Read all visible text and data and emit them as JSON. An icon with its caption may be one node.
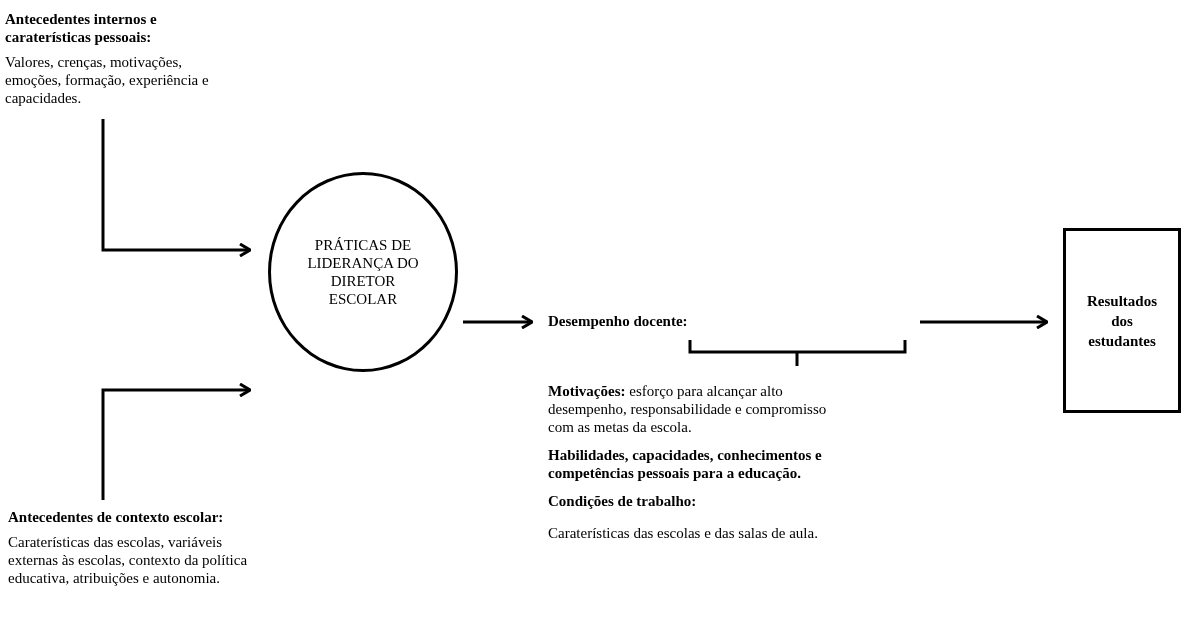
{
  "diagram": {
    "nodes": [
      {
        "text": [
          "Antecedentes internos e caraterísticas pessoais:",
          "Valores, crenças, motivações, emoções, formação, experiência e capacidades."
        ]
      },
      {
        "text": [
          "Antecedentes de contexto escolar:",
          "Caraterísticas das escolas, variáveis externas às escolas, contexto da política educativa, atribuições e autonomia."
        ]
      },
      {
        "text": [
          "PRÁTICAS DE LIDERANÇA DO DIRETOR ESCOLAR"
        ]
      },
      {
        "text": [
          "Desempenho docente:"
        ],
        "beside": [
          "**Motivações:** esforço para alcançar alto desempenho, responsabilidade e compromisso com as metas da escola.",
          "Habilidades, capacidades, conhecimentos e competências pessoais para a educação.",
          "Condições de trabalho:",
          "Caraterísticas das escolas e das salas de aula."
        ]
      },
      {
        "text": [
          "Resultados dos estudantes"
        ]
      }
    ],
    "edges": [
      {
        "from": 0,
        "to": 2,
        "arrow": "to"
      },
      {
        "from": 1,
        "to": 2,
        "arrow": "to"
      },
      {
        "from": 2,
        "to": 3,
        "arrow": "to"
      },
      {
        "from": 3,
        "to": 4,
        "arrow": "to"
      }
    ]
  }
}
